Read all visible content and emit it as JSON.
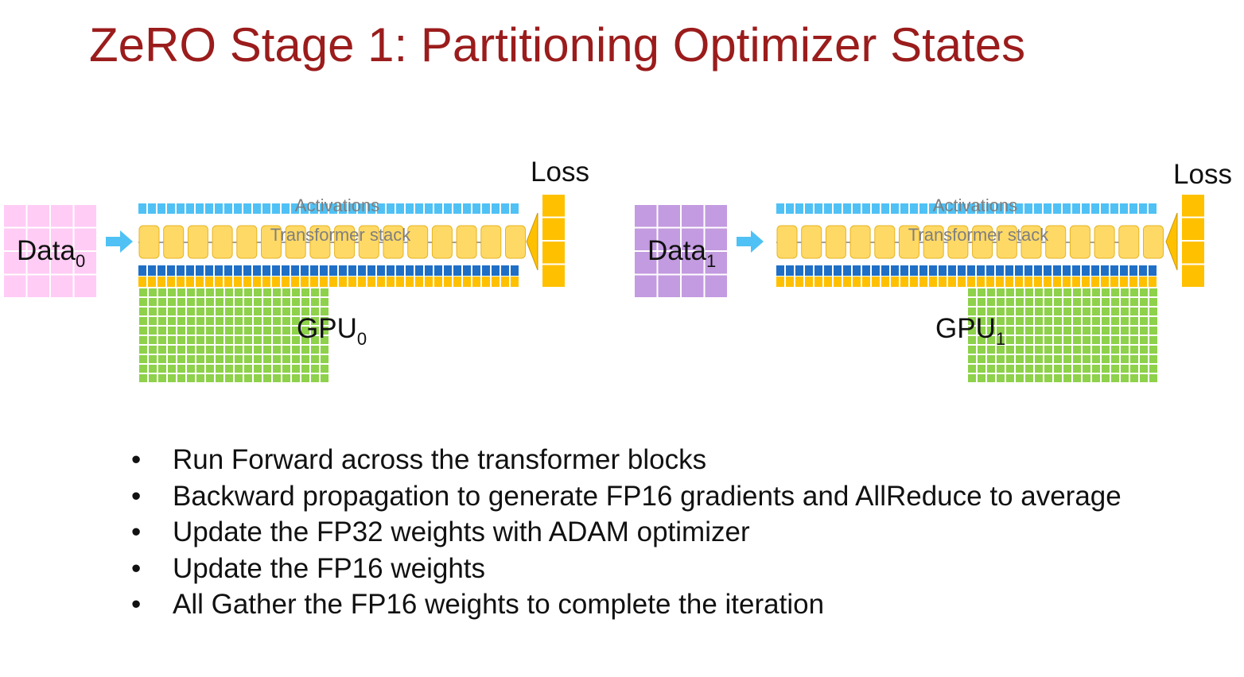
{
  "title": "ZeRO Stage 1: Partitioning Optimizer States",
  "colors": {
    "title": "#9b1c1c",
    "activations": "#4fc1f5",
    "transformer_block": "#ffd966",
    "transformer_block_border": "#e6b422",
    "fp16_params": "#1f6fc6",
    "fp16_grads": "#ffc000",
    "optimizer_states": "#8ed14b",
    "loss": "#ffc000",
    "data0": "#ffccf5",
    "data1": "#c39be0",
    "arrow": "#4fc1f5"
  },
  "icons": [
    "right-arrow-icon",
    "left-arrow-icon"
  ],
  "gpus": [
    {
      "data_label": "Data",
      "data_sub": "0",
      "gpu_label": "GPU",
      "gpu_sub": "0",
      "activations_label": "Activations",
      "stack_label": "Transformer stack",
      "loss_label": "Loss",
      "optimizer_partition": "first-half"
    },
    {
      "data_label": "Data",
      "data_sub": "1",
      "gpu_label": "GPU",
      "gpu_sub": "1",
      "activations_label": "Activations",
      "stack_label": "Transformer stack",
      "loss_label": "Loss",
      "optimizer_partition": "second-half"
    }
  ],
  "bullets": [
    "Run Forward across the transformer blocks",
    "Backward propagation to generate FP16 gradients and AllReduce to average",
    "Update the FP32 weights with ADAM optimizer",
    "Update the FP16 weights",
    "All Gather the FP16 weights to complete the iteration"
  ]
}
